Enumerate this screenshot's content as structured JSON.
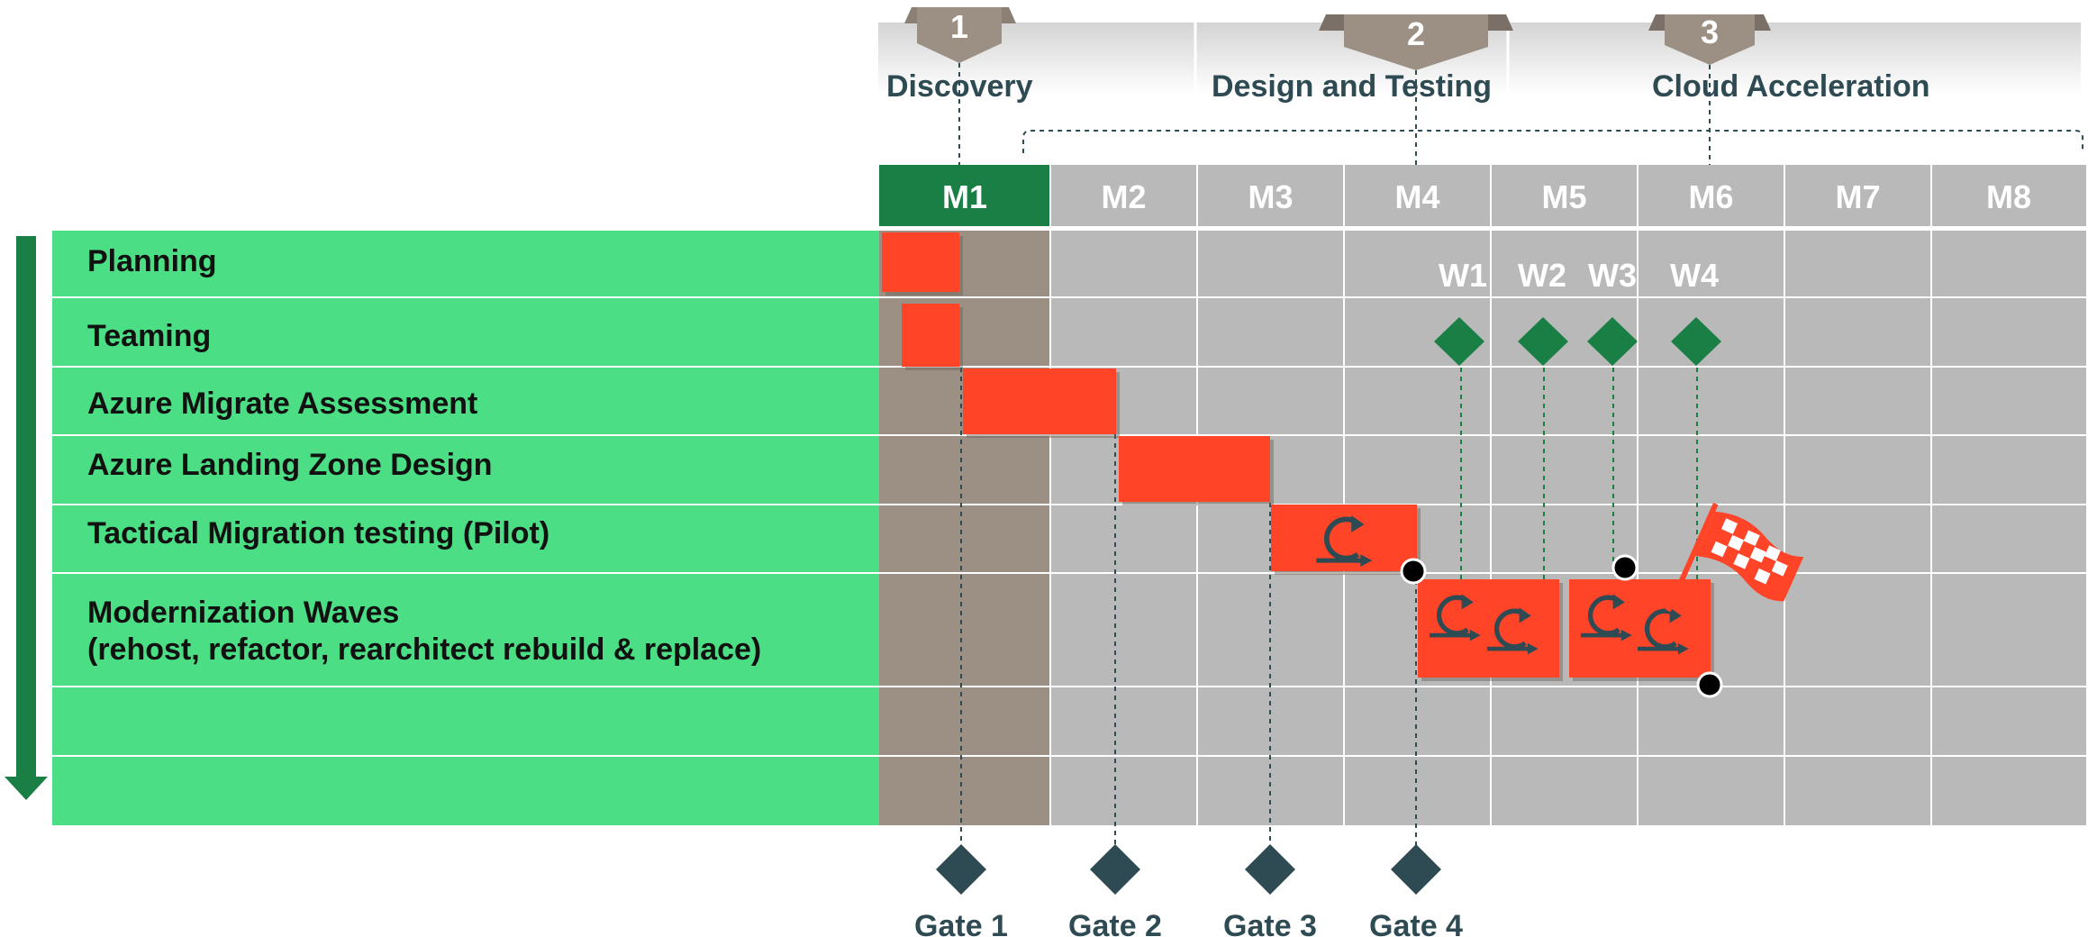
{
  "phases": [
    {
      "num": "1",
      "label": "Discovery"
    },
    {
      "num": "2",
      "label": "Design and Testing"
    },
    {
      "num": "3",
      "label": "Cloud Acceleration"
    }
  ],
  "months": [
    "M1",
    "M2",
    "M3",
    "M4",
    "M5",
    "M6",
    "M7",
    "M8"
  ],
  "tasks": [
    {
      "line1": "Planning",
      "line2": ""
    },
    {
      "line1": "Teaming",
      "line2": ""
    },
    {
      "line1": "Azure Migrate Assessment",
      "line2": ""
    },
    {
      "line1": "Azure Landing Zone Design",
      "line2": ""
    },
    {
      "line1": "Tactical Migration testing (Pilot)",
      "line2": ""
    },
    {
      "line1": "Modernization Waves",
      "line2": "(rehost, refactor,  rearchitect rebuild & replace)"
    },
    {
      "line1": "",
      "line2": ""
    },
    {
      "line1": "",
      "line2": ""
    }
  ],
  "waves": [
    "W1",
    "W2",
    "W3",
    "W4"
  ],
  "gates": [
    "Gate 1",
    "Gate 2",
    "Gate 3",
    "Gate 4"
  ],
  "icons": {
    "cycle": "iteration-cycle-icon",
    "flag": "checkered-finish-flag-icon",
    "arrow": "timeline-down-arrow-icon"
  },
  "colors": {
    "task_bg": "#4cde85",
    "grid_bg": "#b9b9b9",
    "highlight_column": "#9c9084",
    "current_month": "#1a7f45",
    "task_bar": "#ff4428",
    "wave_marker": "#1a7f45",
    "gate_marker": "#2e4a52",
    "phase_badge": "#9c9084"
  }
}
